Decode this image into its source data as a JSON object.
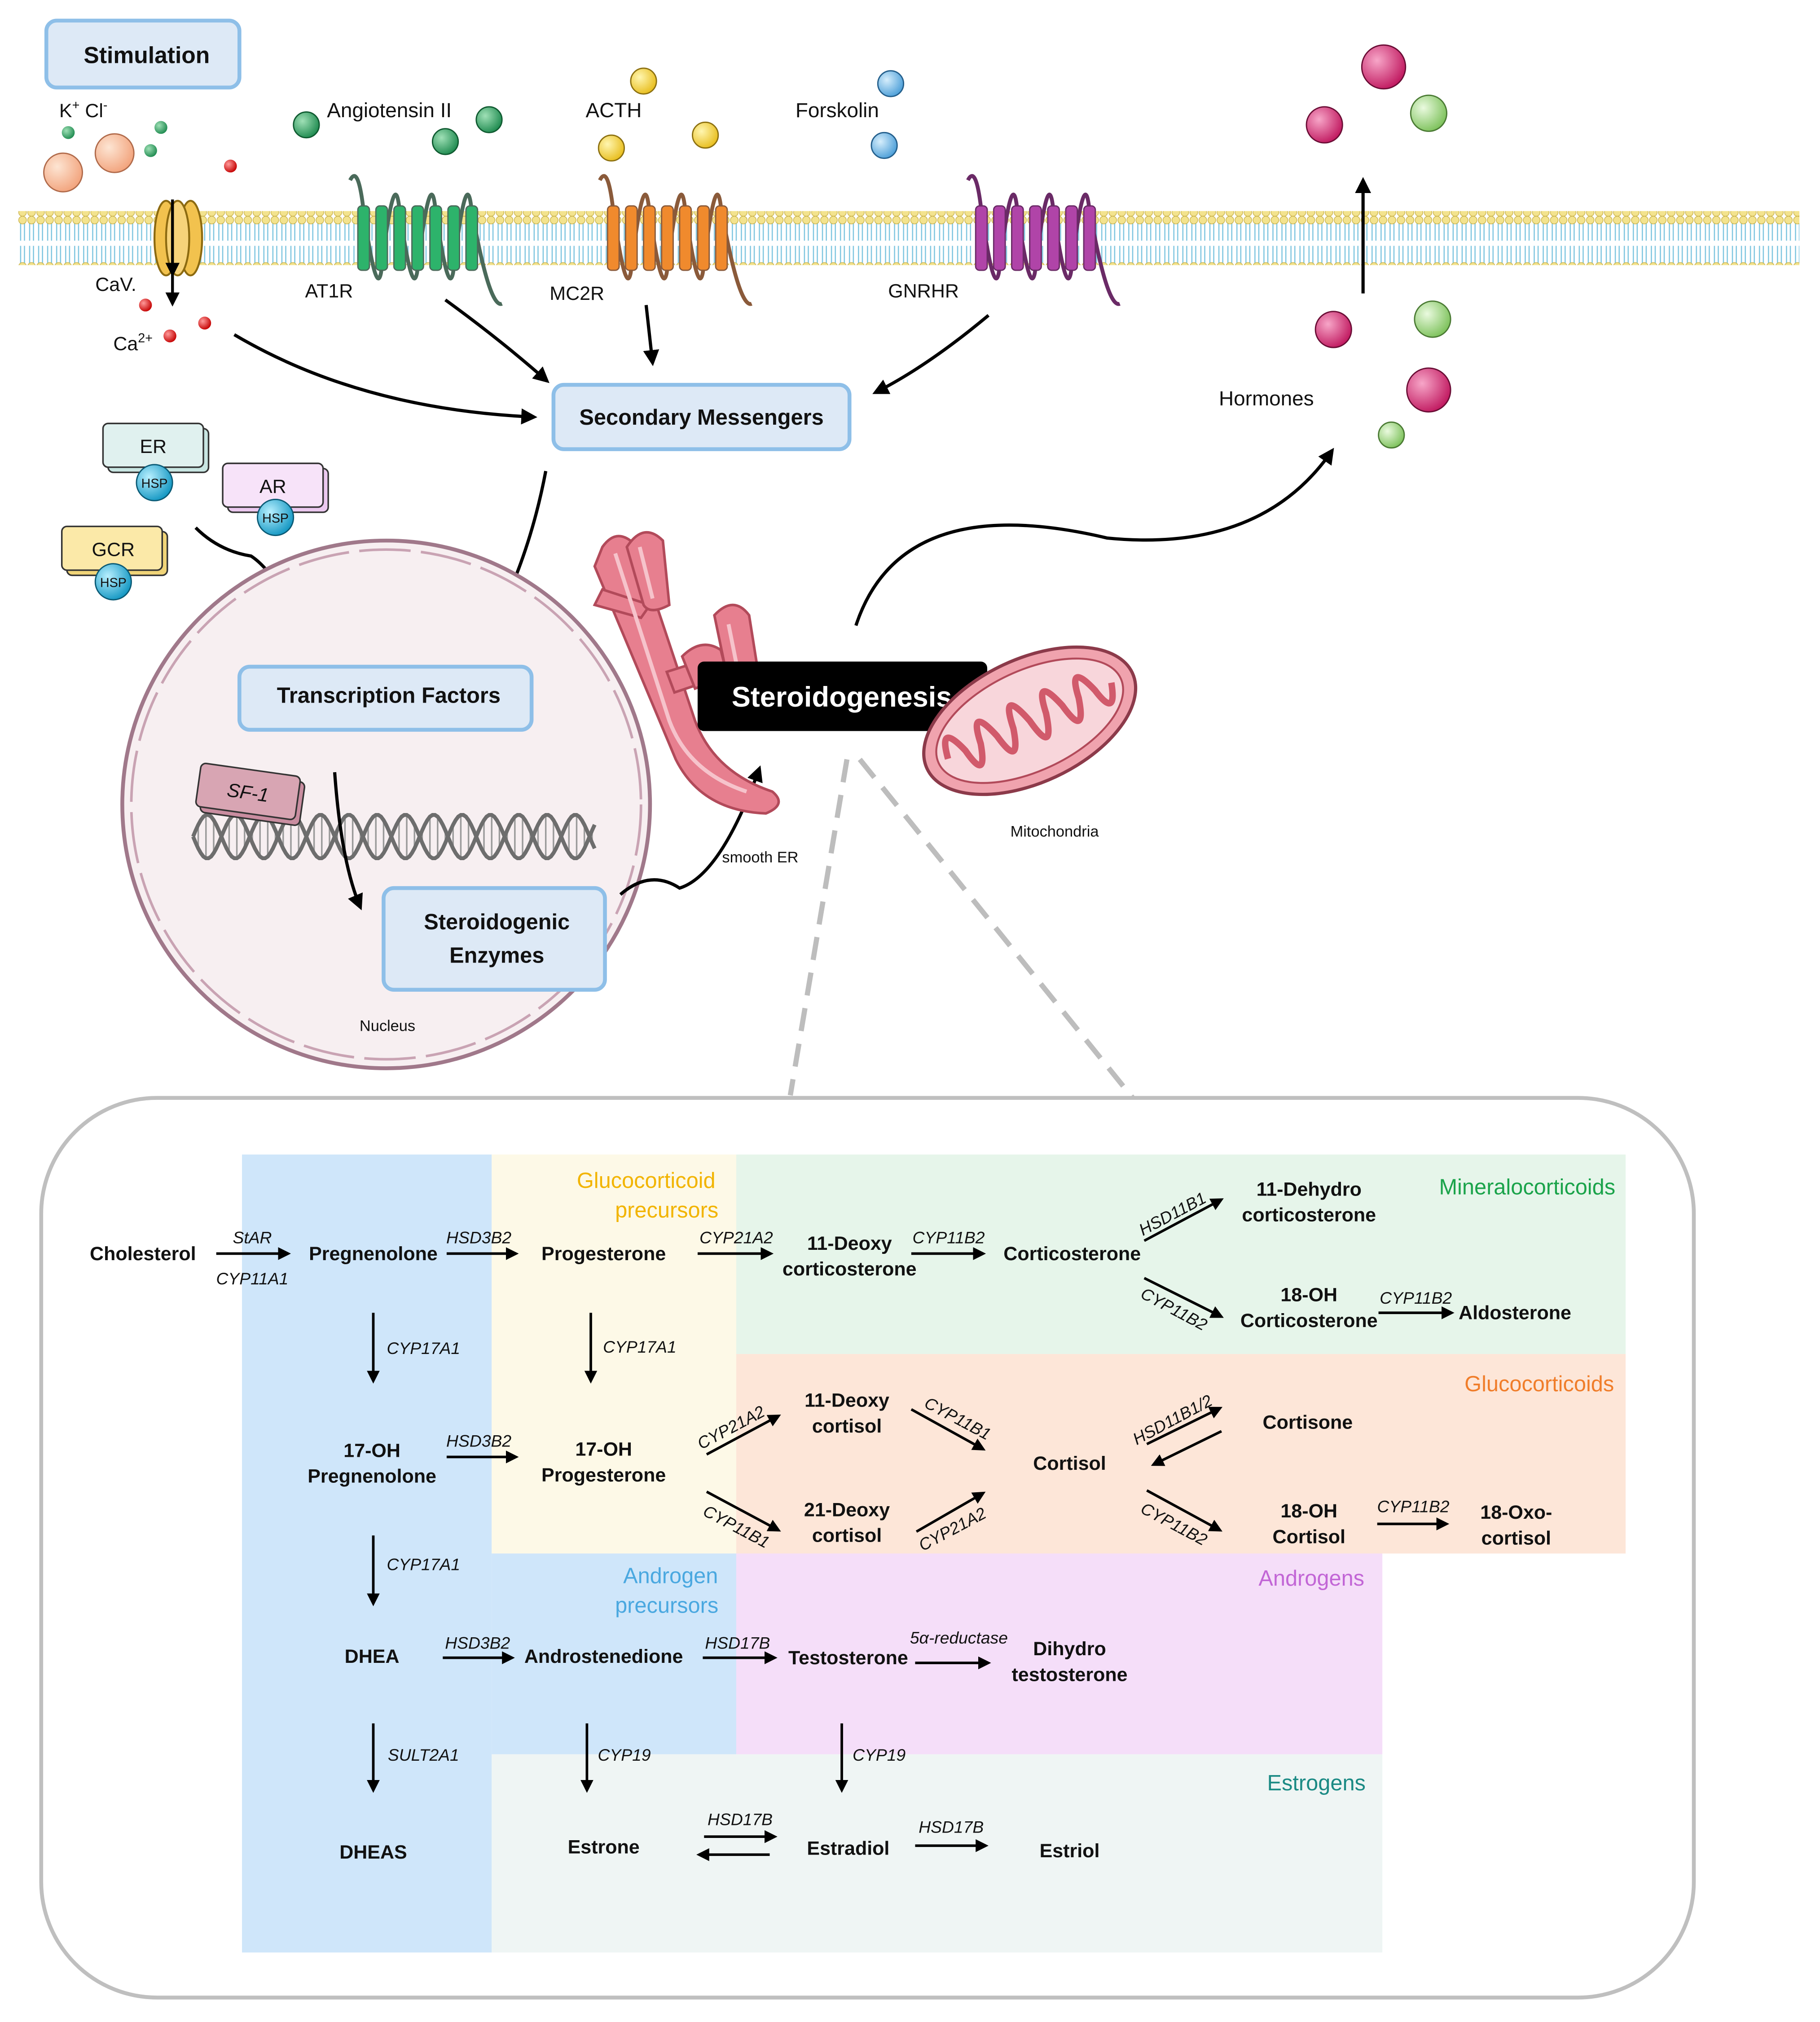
{
  "colors": {
    "ca_channel": "#f2c24e",
    "at1r": "#2db36b",
    "mc2r": "#f08a2d",
    "gnrhr": "#b044a8",
    "box_fill": "#dde9f6",
    "box_stroke": "#8ebfe8",
    "nucleus_fill": "#f7eff1",
    "nucleus_stroke": "#a0788a",
    "er_pink": "#e77f8f",
    "blue_region": "#cfe6fa",
    "yellow_region": "#fdf9e7",
    "green_region": "#e6f5ea",
    "orange_region": "#fde6d8",
    "purple_region": "#f5def9",
    "grey_region": "#eff5f4",
    "glucocorticoid_precursors_label": "#f2b400",
    "mineralocorticoids_label": "#1aa34a",
    "glucocorticoids_label": "#f07d2a",
    "androgen_precursors_label": "#4aa8e0",
    "androgens_label": "#c266d6",
    "estrogens_label": "#1b8a84"
  },
  "top": {
    "stimulation": "Stimulation",
    "ions": {
      "k": "K",
      "k_sup": "+",
      "cl": " Cl",
      "cl_sup": "-"
    },
    "angiotensin": "Angiotensin II",
    "acth": "ACTH",
    "forskolin": "Forskolin",
    "cav": "CaV.",
    "ca": "Ca",
    "ca_sup": "2+",
    "at1r": "AT1R",
    "mc2r": "MC2R",
    "gnrhr": "GNRHR",
    "secondary_messengers": "Secondary Messengers",
    "hormones": "Hormones",
    "er": "ER",
    "ar": "AR",
    "gcr": "GCR",
    "hsp": "HSP",
    "transcription_factors": "Transcription Factors",
    "sf1": "SF-1",
    "steroidogenic_enzymes_line1": "Steroidogenic",
    "steroidogenic_enzymes_line2": "Enzymes",
    "steroidogenesis": "Steroidogenesis",
    "smooth_er": "smooth ER",
    "mitochondria": "Mitochondria",
    "nucleus": "Nucleus"
  },
  "pathway": {
    "regions": {
      "glucocorticoid_precursors_1": "Glucocorticoid",
      "glucocorticoid_precursors_2": "precursors",
      "mineralocorticoids": "Mineralocorticoids",
      "glucocorticoids": "Glucocorticoids",
      "androgen_precursors_1": "Androgen",
      "androgen_precursors_2": "precursors",
      "androgens": "Androgens",
      "estrogens": "Estrogens"
    },
    "compounds": {
      "cholesterol": "Cholesterol",
      "pregnenolone": "Pregnenolone",
      "progesterone": "Progesterone",
      "deoxycorticosterone_1": "11-Deoxy",
      "deoxycorticosterone_2": "corticosterone",
      "corticosterone": "Corticosterone",
      "dehydrocorticosterone_1": "11-Dehydro",
      "dehydrocorticosterone_2": "corticosterone",
      "oh_corticosterone_1": "18-OH",
      "oh_corticosterone_2": "Corticosterone",
      "aldosterone": "Aldosterone",
      "oh_pregnenolone_1": "17-OH",
      "oh_pregnenolone_2": "Pregnenolone",
      "oh_progesterone_1": "17-OH",
      "oh_progesterone_2": "Progesterone",
      "deoxycortisol11_1": "11-Deoxy",
      "deoxycortisol11_2": "cortisol",
      "deoxycortisol21_1": "21-Deoxy",
      "deoxycortisol21_2": "cortisol",
      "cortisol": "Cortisol",
      "cortisone": "Cortisone",
      "oh_cortisol_1": "18-OH",
      "oh_cortisol_2": "Cortisol",
      "oxo_cortisol_1": "18-Oxo-",
      "oxo_cortisol_2": "cortisol",
      "dhea": "DHEA",
      "androstenedione": "Androstenedione",
      "testosterone": "Testosterone",
      "dht_1": "Dihydro",
      "dht_2": "testosterone",
      "dheas": "DHEAS",
      "estrone": "Estrone",
      "estradiol": "Estradiol",
      "estriol": "Estriol"
    },
    "enzymes": {
      "star": "StAR",
      "cyp11a1": "CYP11A1",
      "hsd3b2_a": "HSD3B2",
      "cyp21a2_a": "CYP21A2",
      "cyp11b2_a": "CYP11B2",
      "hsd11b1": "HSD11B1",
      "cyp11b2_b": "CYP11B2",
      "cyp11b2_c": "CYP11B2",
      "cyp17a1_a": "CYP17A1",
      "cyp17a1_b": "CYP17A1",
      "hsd3b2_b": "HSD3B2",
      "cyp21a2_b": "CYP21A2",
      "cyp11b1_a": "CYP11B1",
      "cyp11b1_b": "CYP11B1",
      "cyp21a2_c": "CYP21A2",
      "hsd11b12": "HSD11B1/2",
      "cyp11b2_d": "CYP11B2",
      "cyp11b2_e": "CYP11B2",
      "cyp17a1_c": "CYP17A1",
      "hsd3b2_c": "HSD3B2",
      "hsd17b_a": "HSD17B",
      "reductase": "5α-reductase",
      "sult2a1": "SULT2A1",
      "cyp19_a": "CYP19",
      "cyp19_b": "CYP19",
      "hsd17b_b": "HSD17B",
      "hsd17b_c": "HSD17B"
    }
  }
}
